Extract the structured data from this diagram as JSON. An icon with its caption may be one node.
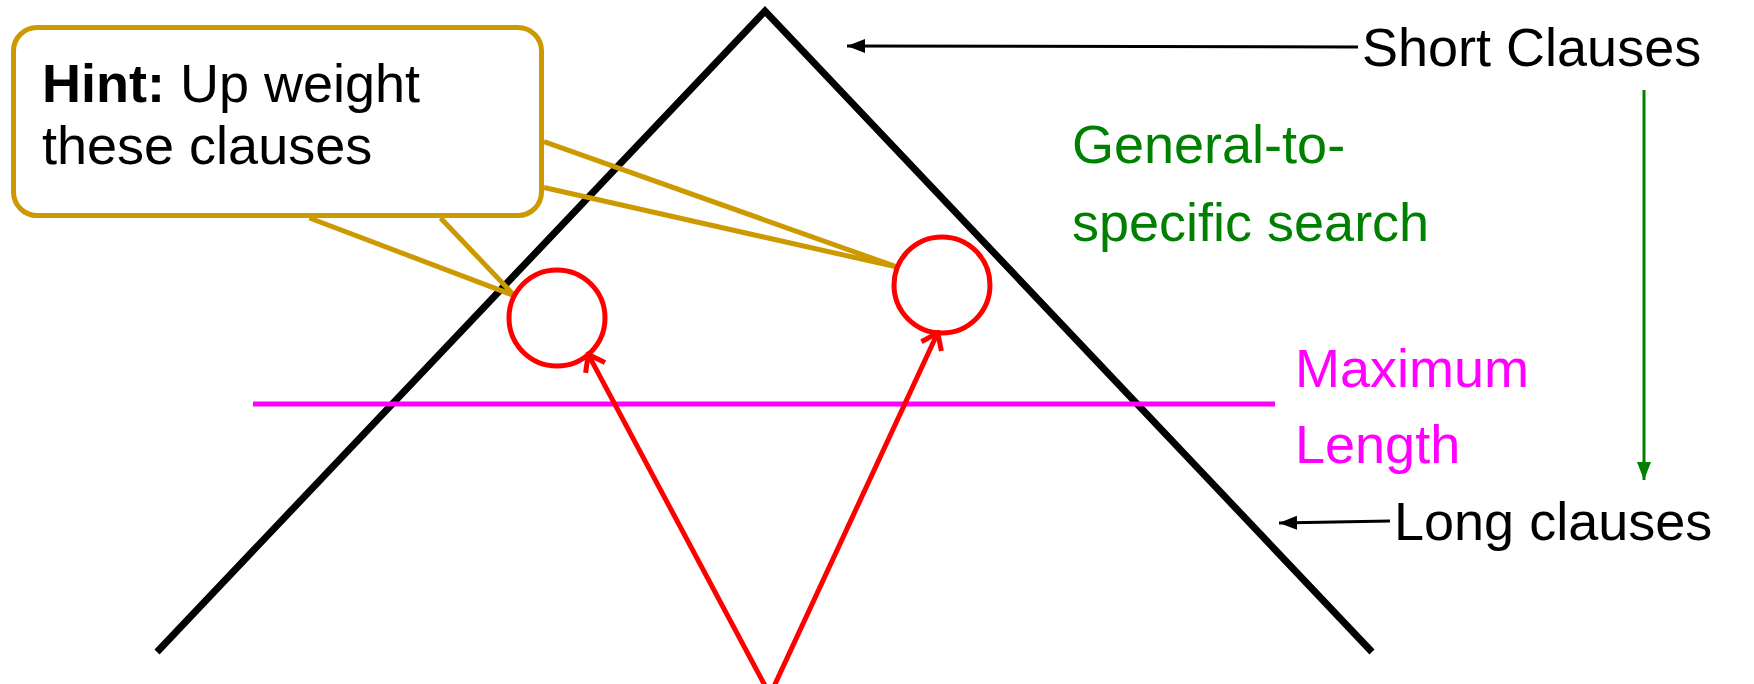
{
  "diagram": {
    "nodes": [
      {
        "text": [
          "**Hint:** Up weight these clauses"
        ]
      },
      {
        "text": [],
        "shape": "circle"
      },
      {
        "text": [],
        "shape": "circle"
      },
      {
        "text": [
          "Short Clauses"
        ]
      },
      {
        "text": [
          "Long clauses"
        ]
      }
    ],
    "edges": [
      {
        "from": 0,
        "to": 1,
        "arrow": "none",
        "color": "#cc9900"
      },
      {
        "from": 0,
        "to": 2,
        "arrow": "none",
        "color": "#cc9900"
      },
      {
        "from": null,
        "to": 1,
        "arrow": "to",
        "color": "#ff0000"
      },
      {
        "from": null,
        "to": 2,
        "arrow": "to",
        "color": "#ff0000"
      },
      {
        "from": 3,
        "to": null,
        "arrow": "to",
        "color": "#000000"
      },
      {
        "from": 4,
        "to": null,
        "arrow": "to",
        "color": "#000000"
      },
      {
        "from": 3,
        "to": 4,
        "arrow": "to",
        "color": "#008000"
      }
    ],
    "labels": [
      "General-to-specific search",
      "Maximum Length"
    ]
  }
}
